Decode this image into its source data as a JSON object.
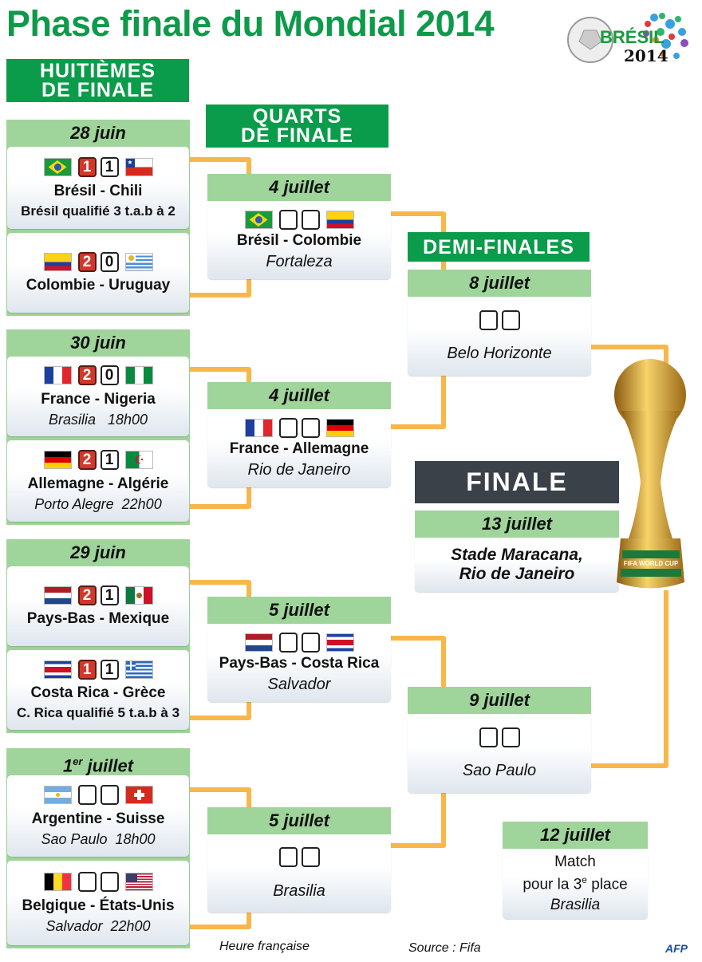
{
  "title": "Phase finale du Mondial 2014",
  "logo": {
    "text": "BRÉSIL",
    "year": "2014"
  },
  "stages": {
    "r16": [
      "HUITIÈMES",
      "DE FINALE"
    ],
    "qf": [
      "QUARTS",
      "DE FINALE"
    ],
    "sf": "DEMI-FINALES",
    "final": "FINALE"
  },
  "colors": {
    "accent": "#0a9c4a",
    "date_bg": "#9fd49a",
    "connector": "#f9b64a",
    "winner_score": "#d2382a",
    "final_bg": "#3a4149"
  },
  "r16": [
    {
      "date": "28 juin",
      "date_sup": "",
      "date_rest": "",
      "matches": [
        {
          "home": "bra",
          "away": "chi",
          "score": [
            "1",
            "1"
          ],
          "winner": 0,
          "teams": "Brésil - Chili",
          "note": "Brésil qualifié 3 t.a.b à 2",
          "note_style": "b"
        },
        {
          "home": "col",
          "away": "uru",
          "score": [
            "2",
            "0"
          ],
          "winner": 0,
          "teams": "Colombie - Uruguay",
          "note": "",
          "note_style": ""
        }
      ]
    },
    {
      "date": "30 juin",
      "date_sup": "",
      "date_rest": "",
      "matches": [
        {
          "home": "fra",
          "away": "nga",
          "score": [
            "2",
            "0"
          ],
          "winner": 0,
          "teams": "France - Nigeria",
          "note": "Brasilia   18h00",
          "note_style": "i"
        },
        {
          "home": "ger",
          "away": "alg",
          "score": [
            "2",
            "1"
          ],
          "winner": 0,
          "teams": "Allemagne - Algérie",
          "note": "Porto Alegre  22h00",
          "note_style": "i"
        }
      ]
    },
    {
      "date": "29 juin",
      "date_sup": "",
      "date_rest": "",
      "matches": [
        {
          "home": "ned",
          "away": "mex",
          "score": [
            "2",
            "1"
          ],
          "winner": 0,
          "teams": "Pays-Bas - Mexique",
          "note": "",
          "note_style": ""
        },
        {
          "home": "crc",
          "away": "gre",
          "score": [
            "1",
            "1"
          ],
          "winner": 0,
          "teams": "Costa Rica - Grèce",
          "note": "C. Rica qualifié 5 t.a.b à 3",
          "note_style": "b"
        }
      ]
    },
    {
      "date": "1",
      "date_sup": "er",
      "date_rest": " juillet",
      "matches": [
        {
          "home": "arg",
          "away": "sui",
          "score": [
            "",
            ""
          ],
          "winner": -1,
          "teams": "Argentine - Suisse",
          "note": "Sao Paulo  18h00",
          "note_style": "i"
        },
        {
          "home": "bel",
          "away": "usa",
          "score": [
            "",
            ""
          ],
          "winner": -1,
          "teams": "Belgique - États-Unis",
          "note": "Salvador  22h00",
          "note_style": "i"
        }
      ]
    }
  ],
  "qf": [
    {
      "date": "4 juillet",
      "home": "bra",
      "away": "col",
      "teams": "Brésil - Colombie",
      "venue": "Fortaleza"
    },
    {
      "date": "4 juillet",
      "home": "fra",
      "away": "ger",
      "teams": "France - Allemagne",
      "venue": "Rio de Janeiro"
    },
    {
      "date": "5 juillet",
      "home": "ned",
      "away": "crc",
      "teams": "Pays-Bas - Costa Rica",
      "venue": "Salvador"
    },
    {
      "date": "5 juillet",
      "home": "",
      "away": "",
      "teams": "",
      "venue": "Brasilia"
    }
  ],
  "sf": [
    {
      "date": "8 juillet",
      "venue": "Belo Horizonte"
    },
    {
      "date": "9 juillet",
      "venue": "Sao Paulo"
    }
  ],
  "final": {
    "date": "13 juillet",
    "venue_line1": "Stade Maracana,",
    "venue_line2": "Rio de Janeiro",
    "trophy_text": "FIFA WORLD CUP"
  },
  "third_place": {
    "date": "12 juillet",
    "line1": "Match",
    "line2": "pour la 3",
    "line2_sup": "e",
    "line2_rest": " place",
    "venue": "Brasilia"
  },
  "footer": {
    "time_note": "Heure française",
    "source": "Source : Fifa",
    "agency": "AFP"
  }
}
